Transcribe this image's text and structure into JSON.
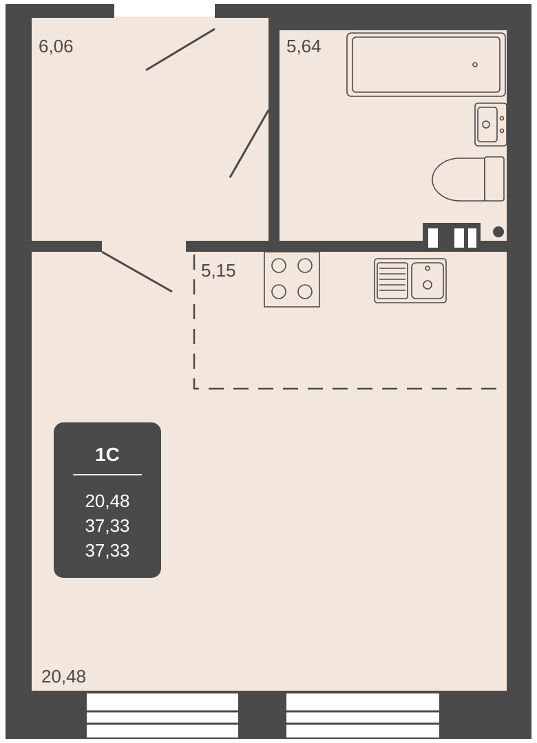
{
  "rooms": {
    "hallway": {
      "area": "6,06"
    },
    "bathroom": {
      "area": "5,64"
    },
    "kitchen": {
      "area": "5,15"
    },
    "living": {
      "area": "20,48"
    }
  },
  "badge": {
    "type": "1С",
    "living_area": "20,48",
    "total_area": "37,33",
    "total_area_2": "37,33"
  },
  "colors": {
    "wall": "#4a4a4a",
    "floor": "#f3e6dc",
    "badge": "#4a4a4a"
  }
}
